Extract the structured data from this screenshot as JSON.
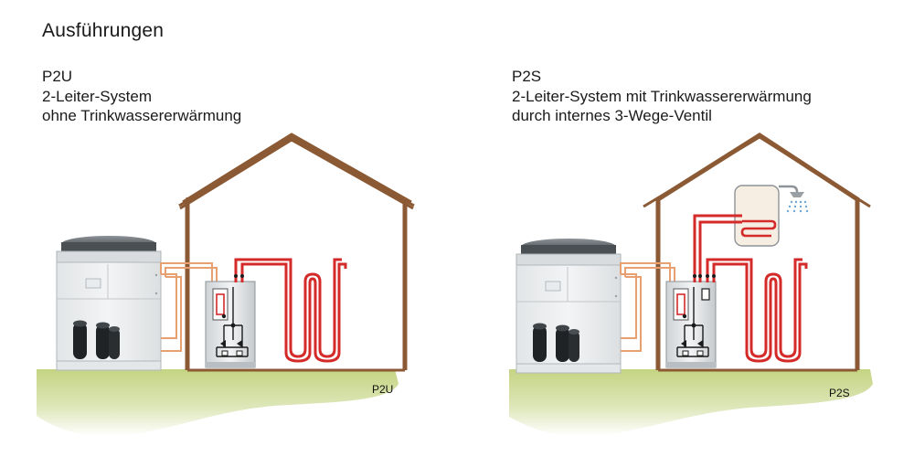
{
  "title": "Ausführungen",
  "variants": [
    {
      "code": "P2U",
      "line1": "2-Leiter-System",
      "line2": "ohne Trinkwassererwärmung",
      "label": "P2U"
    },
    {
      "code": "P2S",
      "line1": "2-Leiter-System mit Trinkwassererwärmung",
      "line2": "durch internes 3-Wege-Ventil",
      "label": "P2S"
    }
  ],
  "colors": {
    "ground": "#c9d98a",
    "house_wall": "#8b5a34",
    "pipe_red": "#d42a2a",
    "pipe_orange": "#e8a070",
    "unit_body": "#eef0f1"
  }
}
